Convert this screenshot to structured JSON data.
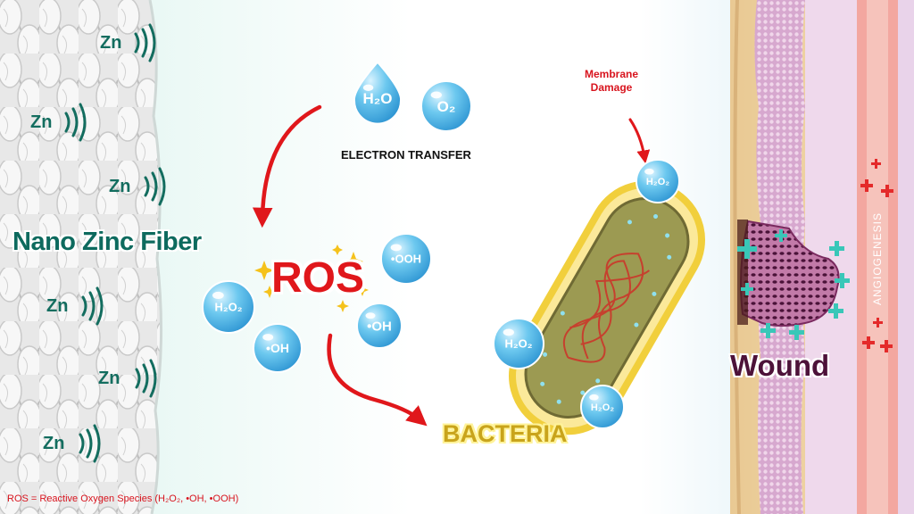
{
  "fiber": {
    "title": "Nano Zinc Fiber",
    "zn_label": "Zn",
    "zn_emitters": [
      "Zn",
      "Zn",
      "Zn",
      "Zn",
      "Zn",
      "Zn"
    ]
  },
  "process": {
    "electron_transfer": "ELECTRON TRANSFER",
    "ros": "ROS",
    "inputs": [
      "H₂O",
      "O₂"
    ],
    "species": [
      "H₂O₂",
      "•OH",
      "•OOH",
      "•OH"
    ]
  },
  "bacteria": {
    "label": "BACTERIA",
    "membrane_damage": "Membrane Damage",
    "attacking_species": [
      "H₂O₂",
      "H₂O₂",
      "H₂O₂"
    ]
  },
  "skin": {
    "wound": "Wound",
    "angiogenesis": "ANGIOGENESIS"
  },
  "footnote": "ROS = Reactive Oxygen Species (H₂O₂, •OH, •OOH)",
  "colors": {
    "zinc_text": "#0d6a5e",
    "ros_red": "#e0171b",
    "droplet_blue": "#4fb7e8",
    "bacteria_body": "#9a9a4a",
    "bacteria_halo": "#f2d544",
    "wound_purple": "#4d1239"
  }
}
